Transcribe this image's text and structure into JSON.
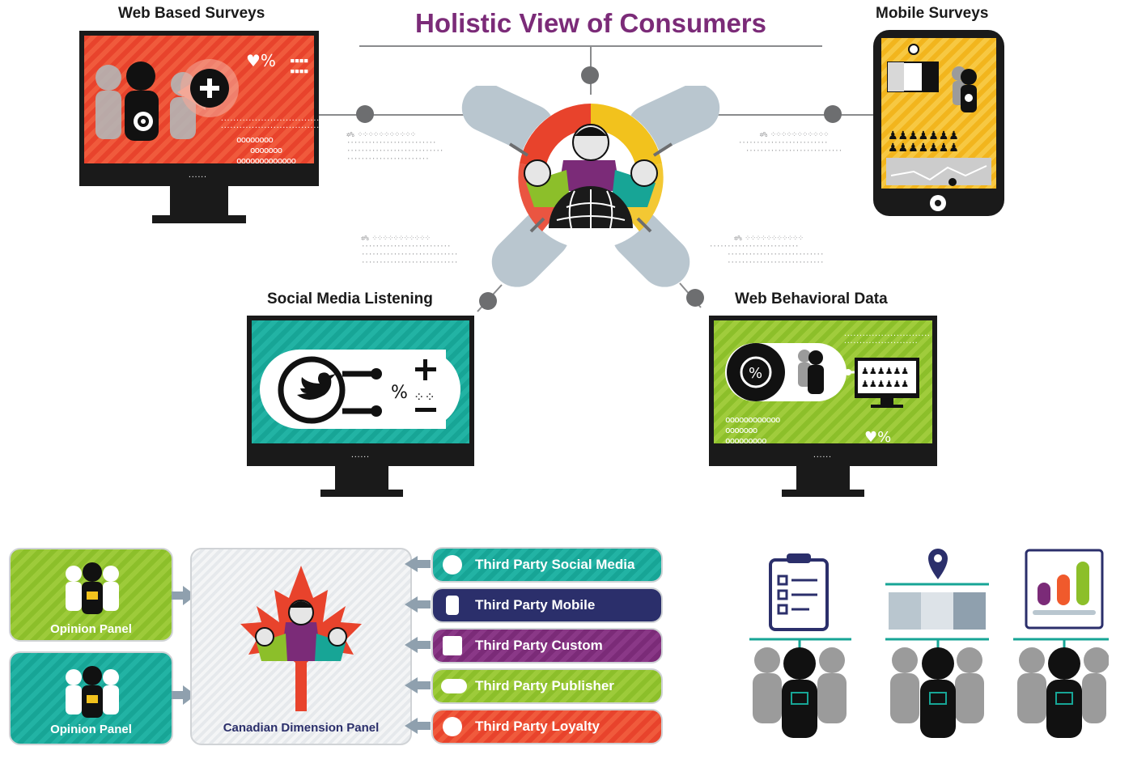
{
  "title": "Holistic View of Consumers",
  "sections": {
    "web_surveys": "Web Based Surveys",
    "mobile_surveys": "Mobile Surveys",
    "social_media": "Social Media Listening",
    "web_behavioral": "Web Behavioral Data"
  },
  "panels": {
    "opinion_panel_1": "Opinion Panel",
    "opinion_panel_2": "Opinion Panel",
    "canadian": "Canadian Dimension Panel"
  },
  "third_party": [
    {
      "label": "Third Party Social Media",
      "color": "#1aa596",
      "icon": "twitter-icon"
    },
    {
      "label": "Third Party Mobile",
      "color": "#2b2f6b",
      "icon": "phone-icon"
    },
    {
      "label": "Third Party Custom",
      "color": "#7b2b78",
      "icon": "puzzle-icon"
    },
    {
      "label": "Third Party Publisher",
      "color": "#8cbf2a",
      "icon": "gamepad-icon"
    },
    {
      "label": "Third Party Loyalty",
      "color": "#e8432c",
      "icon": "ribbon-icon"
    }
  ],
  "colors": {
    "title": "#7b2b78",
    "red": "#e8432c",
    "teal": "#17a596",
    "green": "#8cbf2a",
    "yellow": "#f2b51d",
    "purple": "#7b2b78",
    "navy": "#2b2f6b"
  }
}
